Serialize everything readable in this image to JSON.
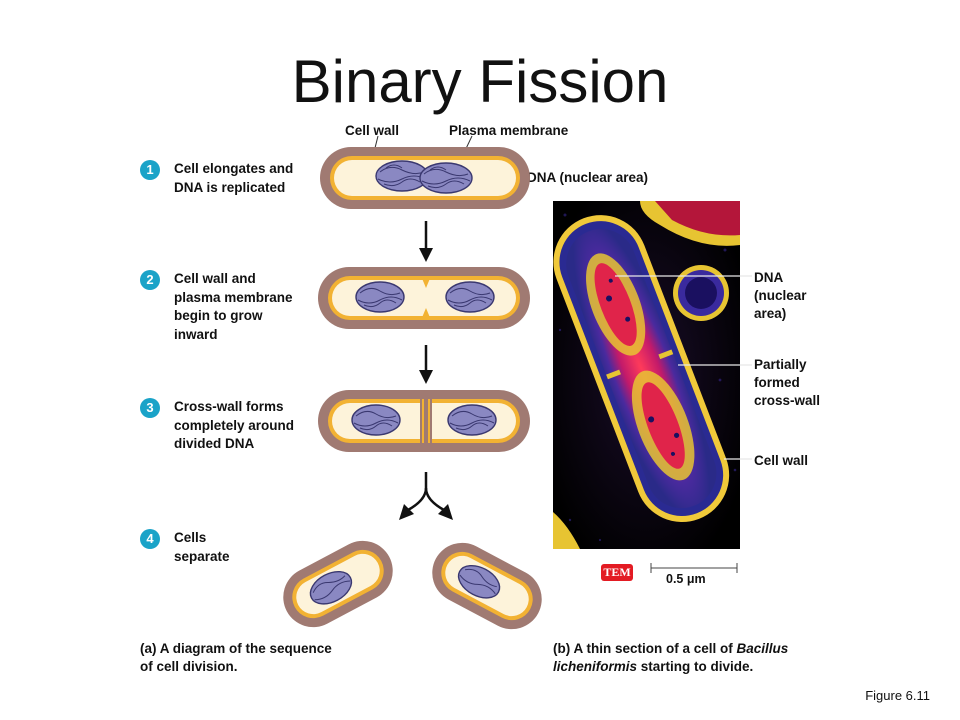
{
  "title": "Binary Fission",
  "labels": {
    "cell_wall": "Cell wall",
    "plasma_membrane": "Plasma membrane",
    "dna_nuclear_area": "DNA (nuclear area)"
  },
  "steps": [
    {
      "num": "1",
      "line1": "Cell elongates and",
      "line2": "DNA is replicated",
      "line3": "",
      "line4": ""
    },
    {
      "num": "2",
      "line1": "Cell wall and",
      "line2": "plasma membrane",
      "line3": "begin to grow",
      "line4": "inward"
    },
    {
      "num": "3",
      "line1": "Cross-wall forms",
      "line2": "completely around",
      "line3": "divided DNA",
      "line4": ""
    },
    {
      "num": "4",
      "line1": "Cells",
      "line2": "separate",
      "line3": "",
      "line4": ""
    }
  ],
  "micrograph_labels": {
    "dna_1": "DNA",
    "dna_2": "(nuclear",
    "dna_3": "area)",
    "cw_1": "Partially",
    "cw_2": "formed",
    "cw_3": "cross-wall",
    "cell_wall": "Cell wall"
  },
  "tem_badge": "TEM",
  "scale_bar": "0.5 μm",
  "caption_a": {
    "tag": "(a)",
    "line1": " A diagram of the sequence",
    "line2": "of cell division."
  },
  "caption_b": {
    "tag": "(b)",
    "line1a": " A thin section of a cell of ",
    "line1b": "Bacillus",
    "line2a": "licheniformis",
    "line2b": " starting to divide."
  },
  "figure_number": "Figure 6.11",
  "colors": {
    "cell_wall": "#a07a72",
    "membrane": "#f2b233",
    "cytoplasm": "#fdf3da",
    "dna": "#8a88c2",
    "badge": "#1aa3c8",
    "tem": "#e31b23"
  }
}
